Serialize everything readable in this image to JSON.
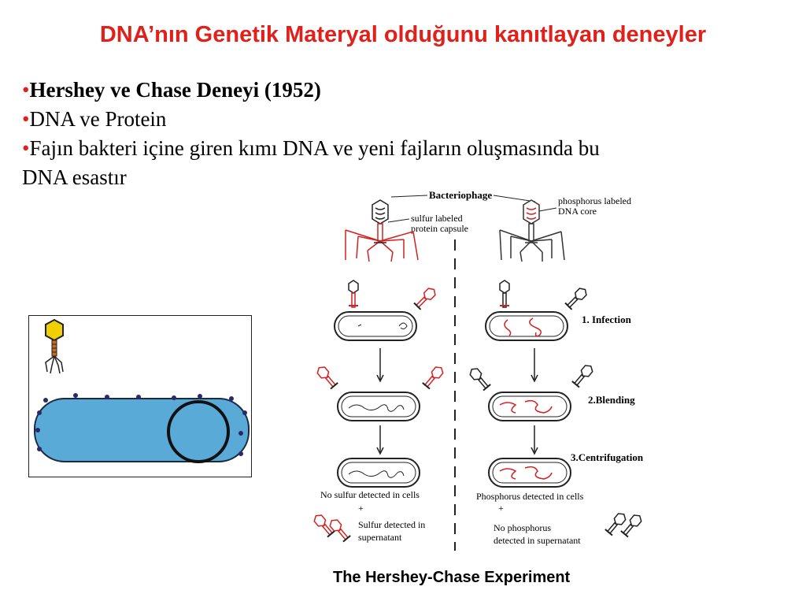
{
  "slide": {
    "title": "DNA’nın Genetik Materyal olduğunu kanıtlayan deneyler",
    "bullets": {
      "b1": "Hershey ve Chase Deneyi (1952)",
      "b2": "DNA ve Protein",
      "b3_line1": "Fajın bakteri içine giren kımı DNA ve yeni fajların oluşmasında bu",
      "b3_line2": "DNA esastır"
    }
  },
  "diagram": {
    "bacteriophage": "Bacteriophage",
    "sulfur_line1": "sulfur labeled",
    "sulfur_line2": "protein capsule",
    "phosphorus_line1": "phosphorus labeled",
    "phosphorus_line2": "DNA core",
    "step1": "1. Infection",
    "step2": "2.Blending",
    "step3": "3.Centrifugation",
    "left_result1": "No sulfur detected in cells",
    "left_plus": "+",
    "left_result2": "Sulfur detected in",
    "left_result3": "supernatant",
    "right_result1": "Phosphorus detected in cells",
    "right_plus": "+",
    "right_result2": "No phosphorus",
    "right_result3": "detected in supernatant",
    "caption": "The Hershey-Chase Experiment"
  },
  "colors": {
    "title": "#e0201b",
    "label_red": "#d42020",
    "bacterium_fill": "#5aaad8",
    "phage_head": "#f0d000"
  }
}
